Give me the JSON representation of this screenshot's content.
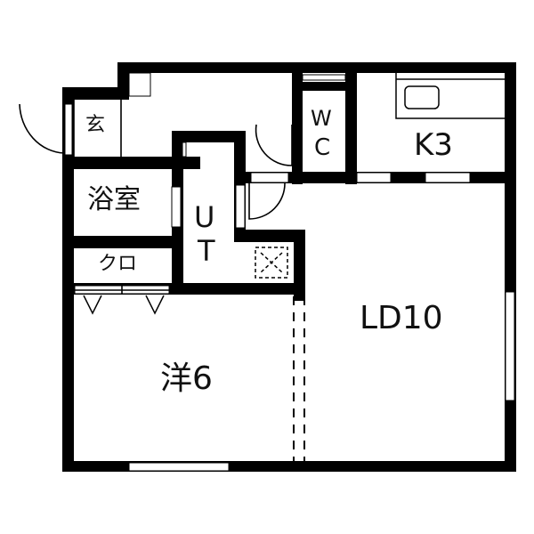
{
  "plan": {
    "wall_color": "#000000",
    "background": "#ffffff",
    "rooms": [
      {
        "id": "entrance",
        "label": "玄"
      },
      {
        "id": "bath",
        "label": "浴室"
      },
      {
        "id": "closet",
        "label": "クロ"
      },
      {
        "id": "utility",
        "label_line1": "U",
        "label_line2": "T"
      },
      {
        "id": "toilet",
        "label_line1": "W",
        "label_line2": "C"
      },
      {
        "id": "kitchen",
        "label": "K3"
      },
      {
        "id": "living-dining",
        "label": "LD10"
      },
      {
        "id": "western-room",
        "label": "洋6"
      }
    ]
  }
}
